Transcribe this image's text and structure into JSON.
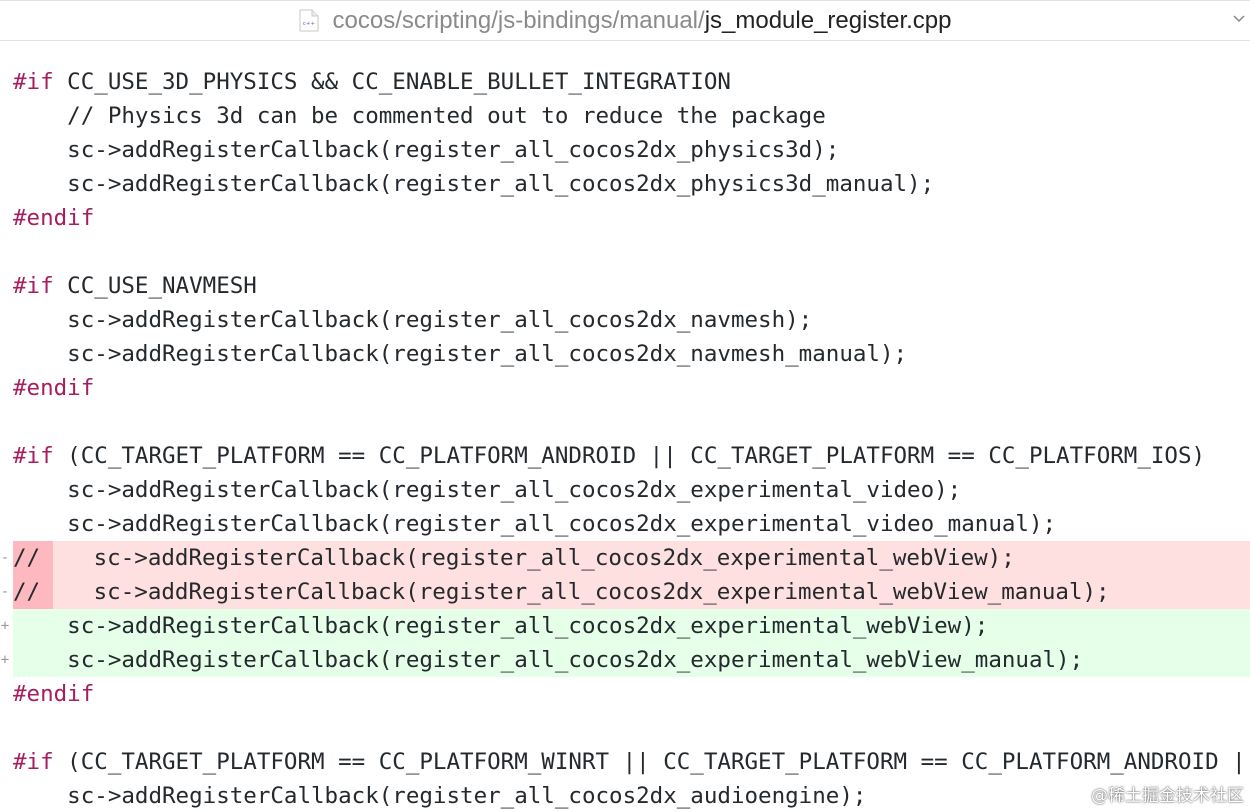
{
  "header": {
    "path": "cocos/scripting/js-bindings/manual/",
    "filename": "js_module_register.cpp",
    "icon": "cpp-file-icon",
    "icon_label": "c++"
  },
  "code": {
    "lines": [
      {
        "kind": "normal",
        "kw": "#if",
        "text": " CC_USE_3D_PHYSICS && CC_ENABLE_BULLET_INTEGRATION"
      },
      {
        "kind": "normal",
        "kw": "",
        "text": "    // Physics 3d can be commented out to reduce the package"
      },
      {
        "kind": "normal",
        "kw": "",
        "text": "    sc->addRegisterCallback(register_all_cocos2dx_physics3d);"
      },
      {
        "kind": "normal",
        "kw": "",
        "text": "    sc->addRegisterCallback(register_all_cocos2dx_physics3d_manual);"
      },
      {
        "kind": "normal",
        "kw": "#endif",
        "text": ""
      },
      {
        "kind": "normal",
        "kw": "",
        "text": ""
      },
      {
        "kind": "normal",
        "kw": "#if",
        "text": " CC_USE_NAVMESH"
      },
      {
        "kind": "normal",
        "kw": "",
        "text": "    sc->addRegisterCallback(register_all_cocos2dx_navmesh);"
      },
      {
        "kind": "normal",
        "kw": "",
        "text": "    sc->addRegisterCallback(register_all_cocos2dx_navmesh_manual);"
      },
      {
        "kind": "normal",
        "kw": "#endif",
        "text": ""
      },
      {
        "kind": "normal",
        "kw": "",
        "text": ""
      },
      {
        "kind": "normal",
        "kw": "#if",
        "text": " (CC_TARGET_PLATFORM == CC_PLATFORM_ANDROID || CC_TARGET_PLATFORM == CC_PLATFORM_IOS)"
      },
      {
        "kind": "normal",
        "kw": "",
        "text": "    sc->addRegisterCallback(register_all_cocos2dx_experimental_video);"
      },
      {
        "kind": "normal",
        "kw": "",
        "text": "    sc->addRegisterCallback(register_all_cocos2dx_experimental_video_manual);"
      },
      {
        "kind": "removed",
        "marker": "-",
        "prefix": "//",
        "kw": "",
        "text": "sc->addRegisterCallback(register_all_cocos2dx_experimental_webView);"
      },
      {
        "kind": "removed",
        "marker": "-",
        "prefix": "//",
        "kw": "",
        "text": "sc->addRegisterCallback(register_all_cocos2dx_experimental_webView_manual);"
      },
      {
        "kind": "added",
        "marker": "+",
        "kw": "",
        "text": "    sc->addRegisterCallback(register_all_cocos2dx_experimental_webView);"
      },
      {
        "kind": "added",
        "marker": "+",
        "kw": "",
        "text": "    sc->addRegisterCallback(register_all_cocos2dx_experimental_webView_manual);"
      },
      {
        "kind": "normal",
        "kw": "#endif",
        "text": ""
      },
      {
        "kind": "normal",
        "kw": "",
        "text": ""
      },
      {
        "kind": "normal",
        "kw": "#if",
        "text": " (CC_TARGET_PLATFORM == CC_PLATFORM_WINRT || CC_TARGET_PLATFORM == CC_PLATFORM_ANDROID || C"
      },
      {
        "kind": "normal",
        "kw": "",
        "text": "    sc->addRegisterCallback(register_all_cocos2dx_audioengine);"
      }
    ]
  },
  "watermark": "@稀土掘金技术社区",
  "colors": {
    "keyword": "#a71d5d",
    "removed_bg": "#ffe0e0",
    "removed_prefix_bg": "#fdb8c0",
    "added_bg": "#e6ffe9"
  }
}
